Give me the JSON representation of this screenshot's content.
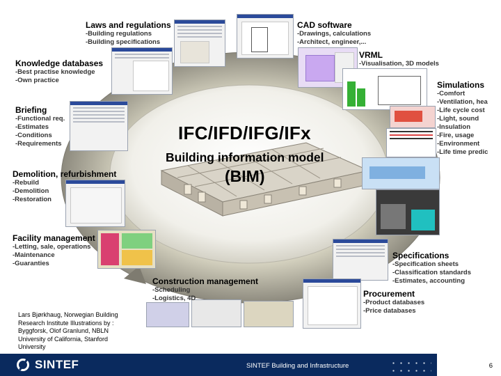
{
  "center": {
    "line1": "IFC/IFD/IFG/IFx",
    "line2": "Building information model",
    "line3": "(BIM)"
  },
  "blocks": [
    {
      "id": "laws",
      "title": "Laws and regulations",
      "items": [
        "-Building regulations",
        "-Building specifications"
      ]
    },
    {
      "id": "cad",
      "title": "CAD software",
      "items": [
        "-Drawings, calculations",
        "-Architect, engineer,..."
      ]
    },
    {
      "id": "vrml",
      "title": "VRML",
      "items": [
        "-Visualisation, 3D models"
      ]
    },
    {
      "id": "knowledge",
      "title": "Knowledge databases",
      "items": [
        "-Best practise knowledge",
        "-Own practice"
      ]
    },
    {
      "id": "briefing",
      "title": "Briefing",
      "items": [
        "-Functional req.",
        "-Estimates",
        "-Conditions",
        "-Requirements"
      ]
    },
    {
      "id": "simulations",
      "title": "Simulations",
      "items": [
        "-Comfort",
        "-Ventilation, hea",
        "-Life cycle cost",
        "-Light, sound",
        "-Insulation",
        "-Fire, usage",
        "-Environment",
        "-Life time predic"
      ]
    },
    {
      "id": "demolition",
      "title": "Demolition, refurbishment",
      "items": [
        "-Rebuild",
        "-Demolition",
        "-Restoration"
      ]
    },
    {
      "id": "facility",
      "title": "Facility management",
      "items": [
        "-Letting, sale, operations",
        "-Maintenance",
        "-Guaranties"
      ]
    },
    {
      "id": "specifications",
      "title": "Specifications",
      "items": [
        "-Specification sheets",
        "-Classification standards",
        "-Estimates, accounting"
      ]
    },
    {
      "id": "construction",
      "title": "Construction management",
      "items": [
        "-Scheduling",
        "-Logistics, 4D"
      ]
    },
    {
      "id": "procurement",
      "title": "Procurement",
      "items": [
        "-Product databases",
        "-Price databases"
      ]
    }
  ],
  "credit": "Lars Bjørkhaug, Norwegian Building Research Institute Illustrations by : Byggforsk, Olof Granlund, NBLN University of California, Stanford University",
  "footer": {
    "logo": "SINTEF",
    "center": "SINTEF Building and Infrastructure",
    "page": "6"
  },
  "colors": {
    "ring_light": "#f3f1de",
    "ring_dark": "#8f8c80",
    "footer_bg": "#0a2a5e"
  }
}
